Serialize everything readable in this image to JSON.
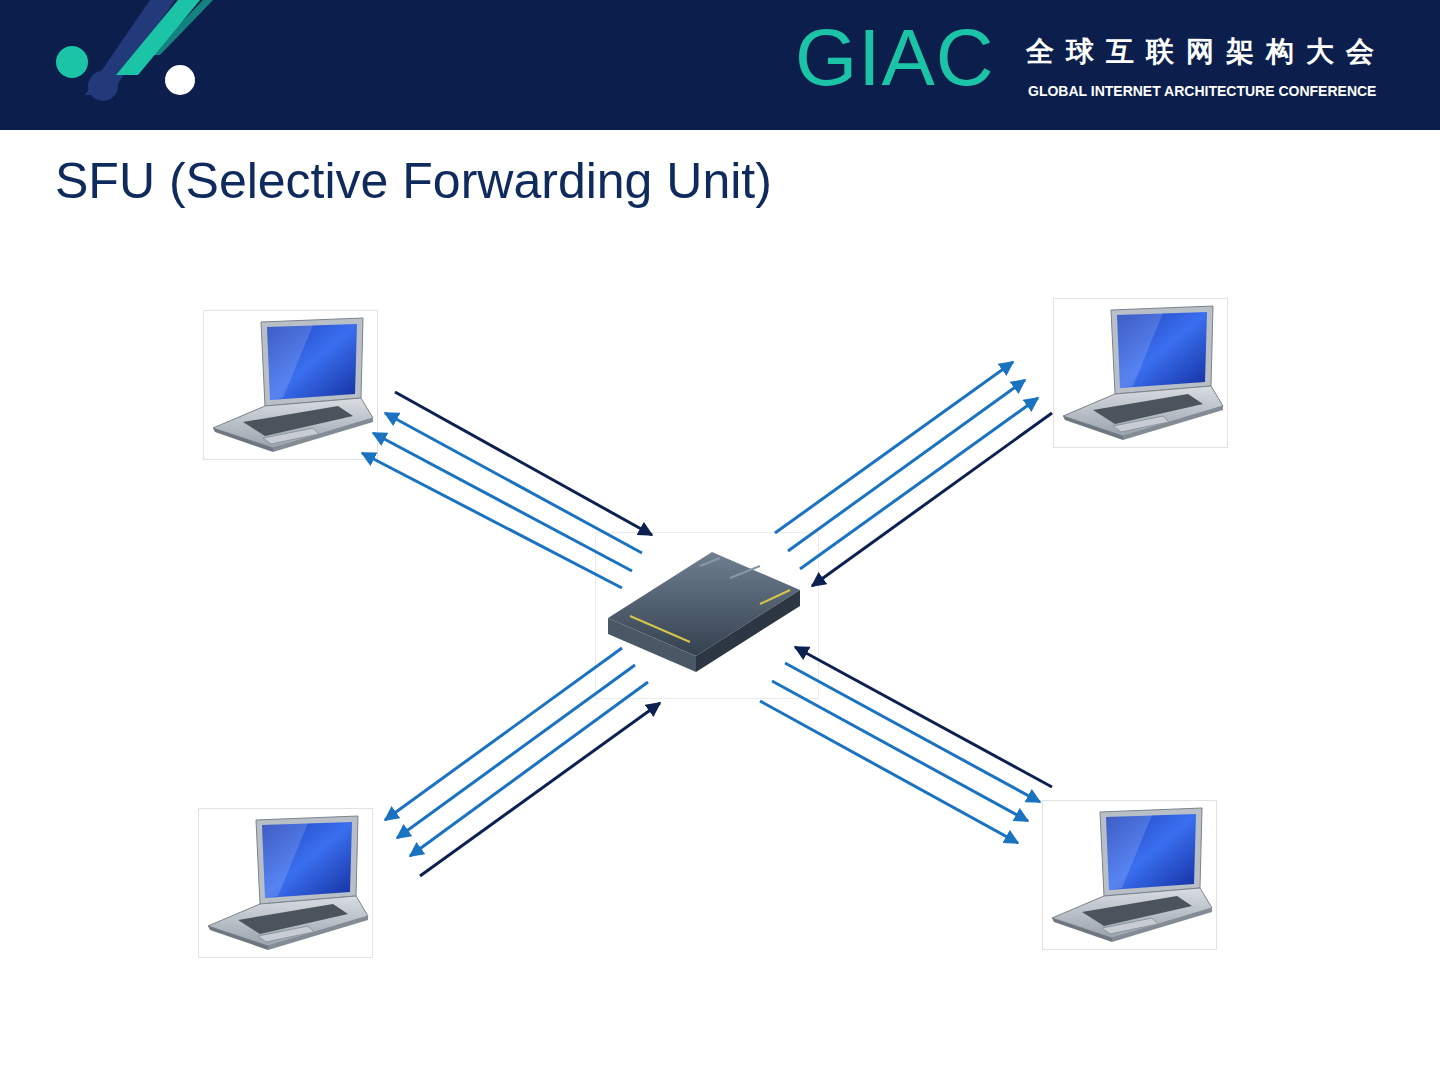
{
  "diagram": {
    "title": "SFU (Selective Forwarding Unit)",
    "labels": [
      "GIAC",
      "全球互联网架构大会",
      "GLOBAL INTERNET ARCHITECTURE CONFERENCE"
    ]
  }
}
